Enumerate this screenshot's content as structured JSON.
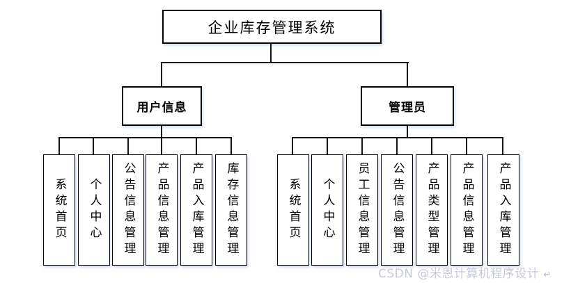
{
  "diagram": {
    "root": {
      "label": "企业库存管理系统"
    },
    "branches": [
      {
        "label": "用户信息",
        "children": [
          "系统首页",
          "个人中心",
          "公告信息管理",
          "产品信息管理",
          "产品入库管理",
          "库存信息管理"
        ]
      },
      {
        "label": "管理员",
        "children": [
          "系统首页",
          "个人中心",
          "员工信息管理",
          "公告信息管理",
          "产品类型管理",
          "产品信息管理",
          "产品入库管理"
        ]
      }
    ]
  },
  "watermark": {
    "text": "CSDN @米恩计算机程序设计",
    "return_mark": "↵",
    "color": "#c9c9da"
  },
  "colors": {
    "background": "#ffffff",
    "box_fill": "#ffffff",
    "box_border": "#000000",
    "line": "#141414",
    "shadow": "#bfc9e6"
  }
}
